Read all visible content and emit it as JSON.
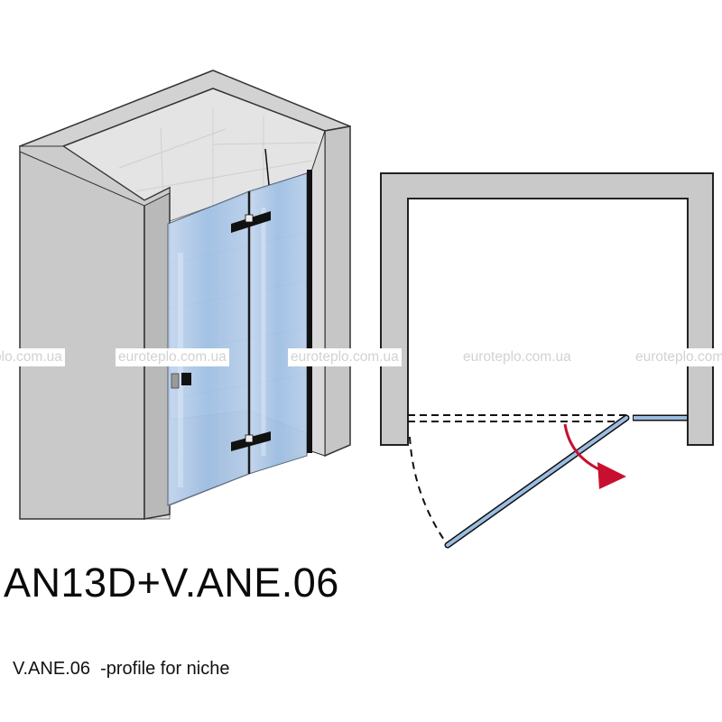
{
  "watermark": {
    "text": "euroteplo.com.ua",
    "edge_text": "plo.com.ua",
    "color": "#d2d2d2"
  },
  "diagram": {
    "perspective_view": {
      "wall_color": "#c7c7c7",
      "tile_color": "#e6e6e6",
      "glass_color": "#9cbde2",
      "profile_color": "#111111",
      "hardware_color": "#111111"
    },
    "plan_view": {
      "wall_color": "#c7c7c7",
      "door_color": "#9cbde2",
      "opening_arrow_color": "#c8102e",
      "swing_path": "dashed"
    }
  },
  "caption": {
    "model_code": "AN13D+V.ANE.06",
    "profile_note": "V.ANE.06  -profile for niche"
  }
}
